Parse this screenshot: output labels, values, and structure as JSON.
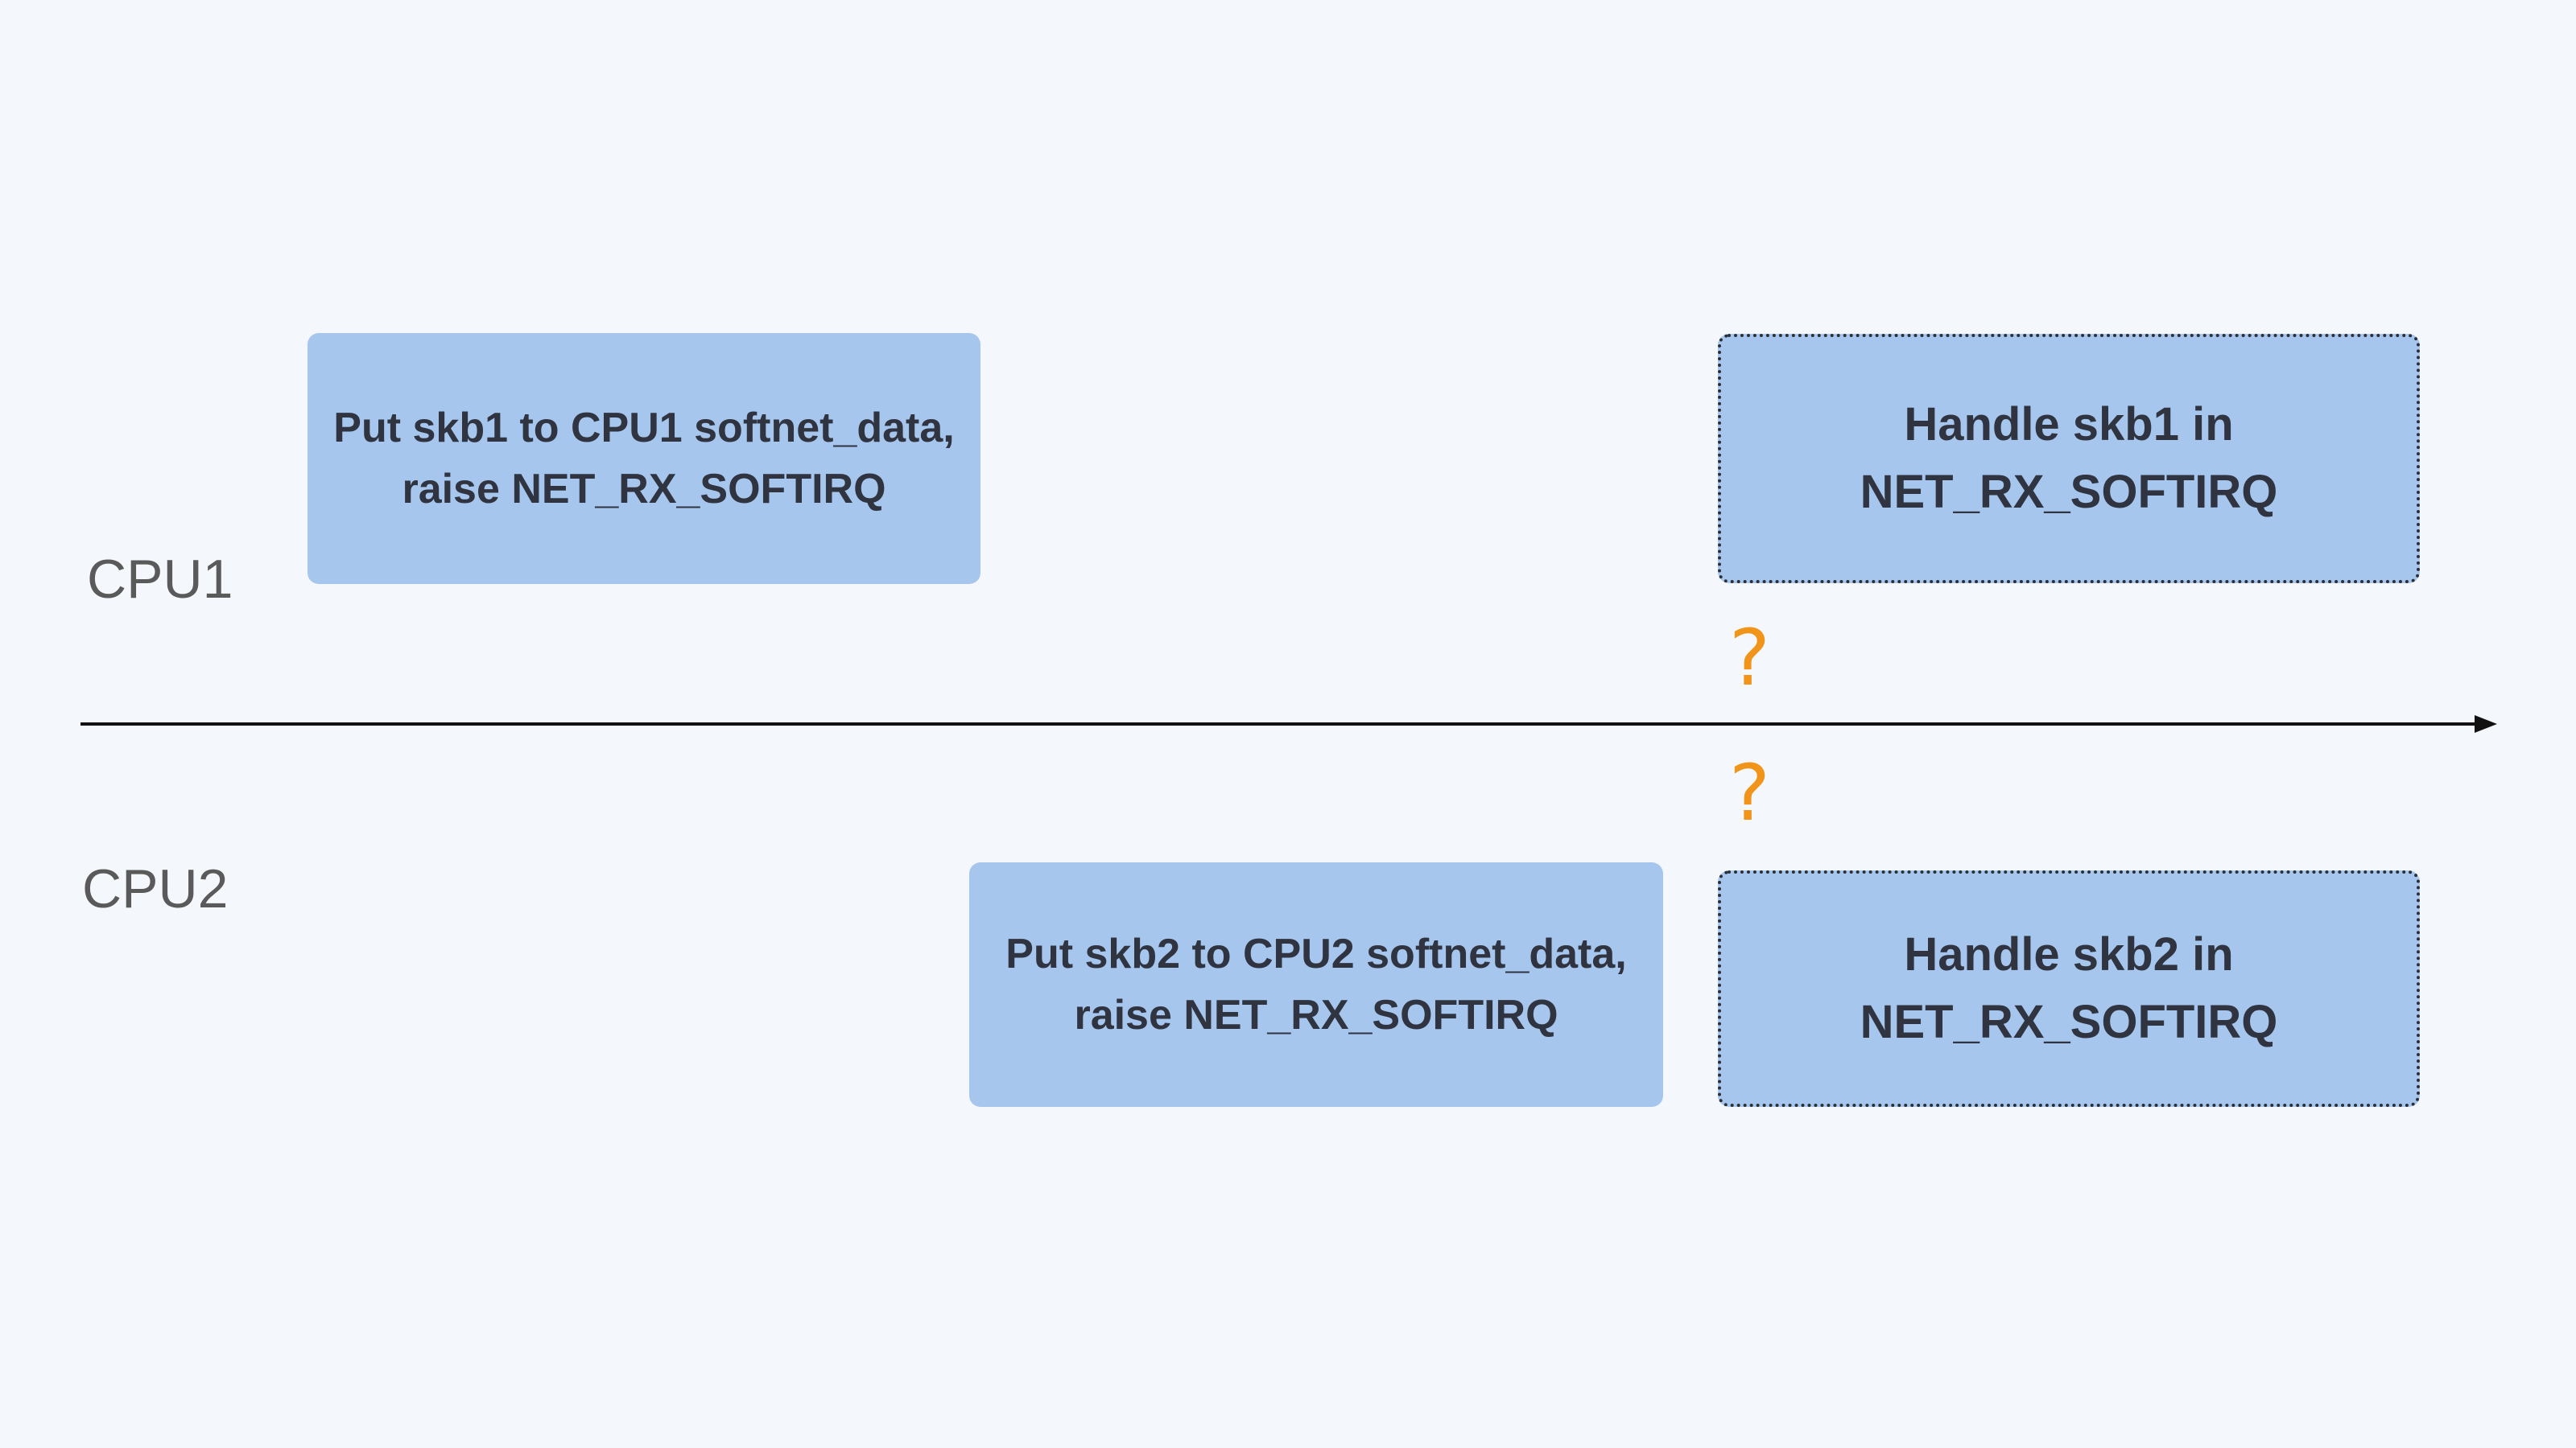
{
  "lanes": {
    "cpu1": "CPU1",
    "cpu2": "CPU2"
  },
  "boxes": {
    "put_skb1": {
      "line1": "Put skb1 to CPU1 softnet_data,",
      "line2": "raise NET_RX_SOFTIRQ"
    },
    "handle_skb1": {
      "line1": "Handle skb1 in",
      "line2": "NET_RX_SOFTIRQ"
    },
    "put_skb2": {
      "line1": "Put skb2 to CPU2 softnet_data,",
      "line2": "raise NET_RX_SOFTIRQ"
    },
    "handle_skb2": {
      "line1": "Handle skb2 in",
      "line2": "NET_RX_SOFTIRQ"
    }
  },
  "markers": {
    "top": "?",
    "bottom": "?"
  },
  "colors": {
    "box_fill": "#a6c6ee",
    "question_mark": "#f0951a",
    "axis": "#111111",
    "background": "#f4f8fc"
  }
}
